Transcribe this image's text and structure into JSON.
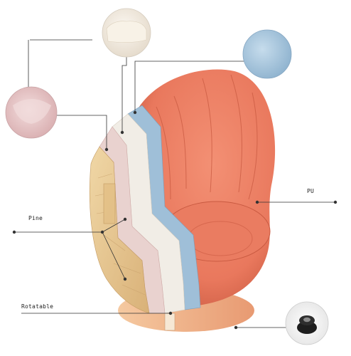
{
  "labels": {
    "pine": "Pine",
    "pu": "PU",
    "rotatable": "Rotatable"
  },
  "colors": {
    "pu_leather": "#e9785d",
    "pu_shadow": "#c95a41",
    "foam": "#f1ede6",
    "cotton": "#e7c9c8",
    "fabric": "#9fbfd8",
    "wood": "#e9c98f",
    "base": "#efb78c",
    "leader_line": "#333333"
  },
  "icons": [
    "foam-sample-circle",
    "cotton-sample-circle",
    "fabric-sample-circle",
    "swivel-base-circle"
  ]
}
